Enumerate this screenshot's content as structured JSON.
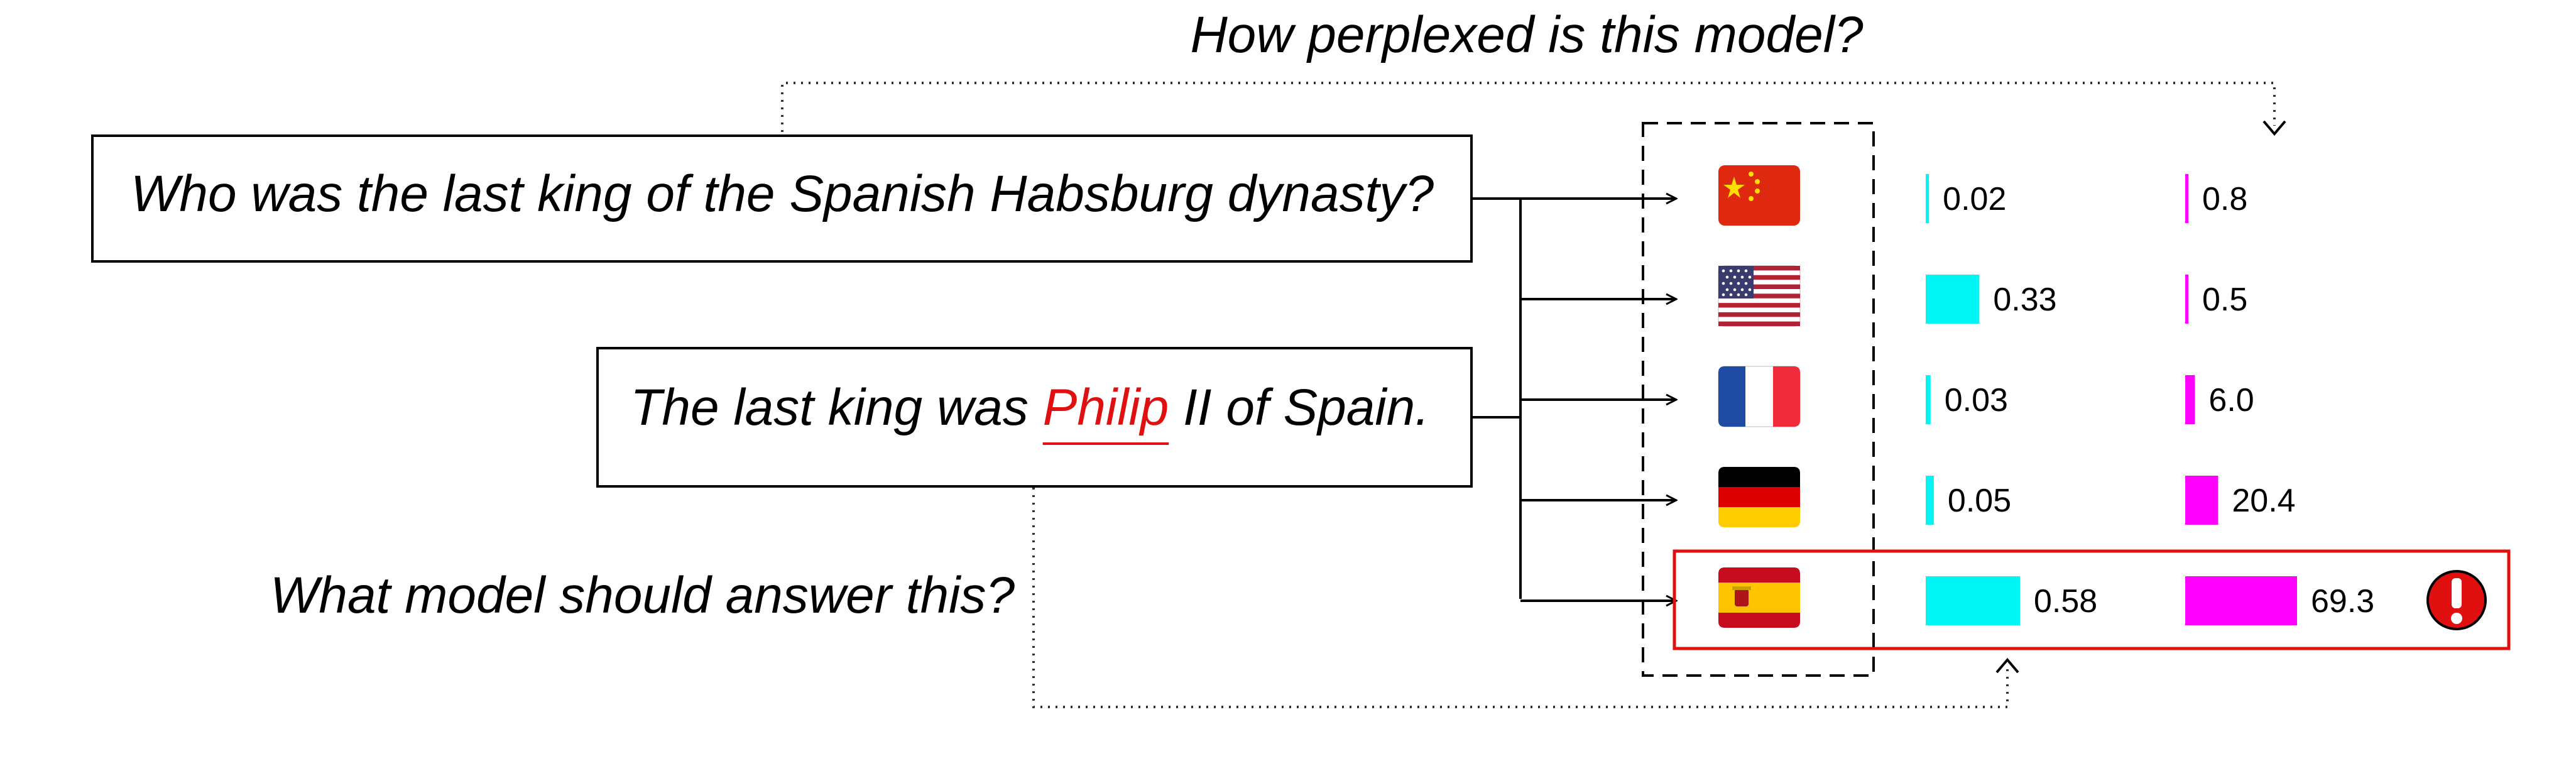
{
  "caption_top": "How perplexed is this model?",
  "caption_bottom": "What model should answer this?",
  "question": "Who was the last king of the Spanish Habsburg dynasty?",
  "answer": {
    "before": "The last king was ",
    "highlight": "Philip",
    "after": " II of Spain."
  },
  "colors": {
    "series_a": "#00f5f5",
    "series_b": "#ff00ff",
    "alert": "#e01010",
    "highlight": "#e01010"
  },
  "alert_icon": "exclamation-icon",
  "chart_data": {
    "type": "bar",
    "categories": [
      "China",
      "United States",
      "France",
      "Germany",
      "Spain"
    ],
    "flag_icons": [
      "china-flag-icon",
      "usa-flag-icon",
      "france-flag-icon",
      "germany-flag-icon",
      "spain-flag-icon"
    ],
    "series": [
      {
        "values": [
          0.02,
          0.33,
          0.03,
          0.05,
          0.58
        ],
        "labels": [
          "0.02",
          "0.33",
          "0.03",
          "0.05",
          "0.58"
        ]
      },
      {
        "values": [
          0.8,
          0.5,
          6.0,
          20.4,
          69.3
        ],
        "labels": [
          "0.8",
          "0.5",
          "6.0",
          "20.4",
          "69.3"
        ]
      }
    ],
    "highlighted": "Spain"
  }
}
